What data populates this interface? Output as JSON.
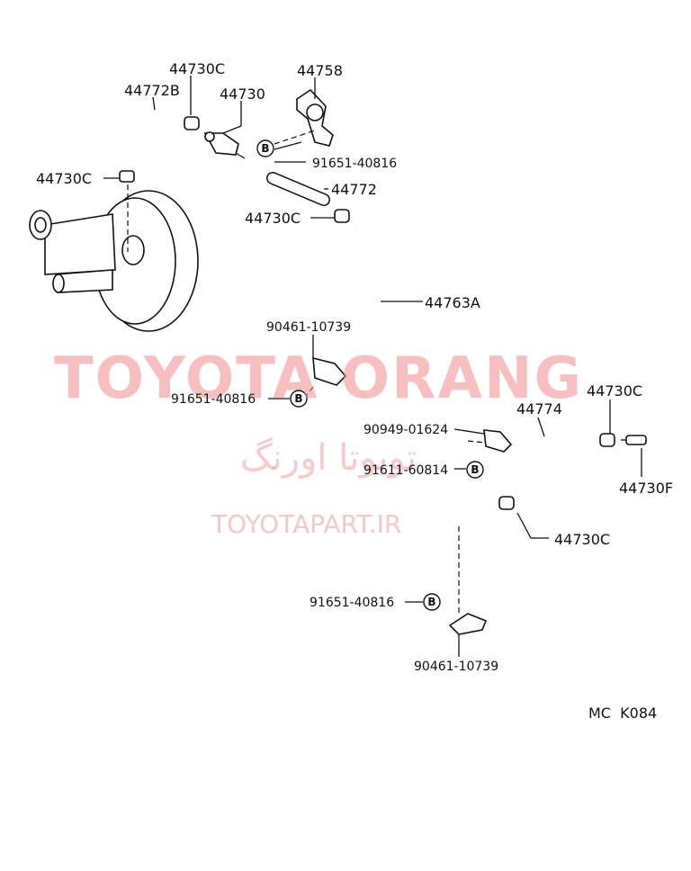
{
  "labels": {
    "p44730c_top": "44730C",
    "p44772b": "44772B",
    "p44730": "44730",
    "p44758": "44758",
    "p44730c_left": "44730C",
    "p91651_top": "91651-40816",
    "p44772": "44772",
    "p44730c_mid": "44730C",
    "p44763a": "44763A",
    "p90461_top": "90461-10739",
    "p91651_mid": "91651-40816",
    "p44730c_right": "44730C",
    "p44774": "44774",
    "p90949": "90949-01624",
    "p91611": "91611-60814",
    "p44730f": "44730F",
    "p44730c_lower": "44730C",
    "p91651_bottom": "91651-40816",
    "p90461_bottom": "90461-10739"
  },
  "badge_letter": "B",
  "diagram_code": "MC  K084",
  "watermark": {
    "main": "TOYOTA ORANG",
    "persian": "تویوتا اورنگ",
    "url": "TOYOTAPART.IR"
  },
  "colors": {
    "watermark": "#f08a8a",
    "ink": "#111111"
  }
}
